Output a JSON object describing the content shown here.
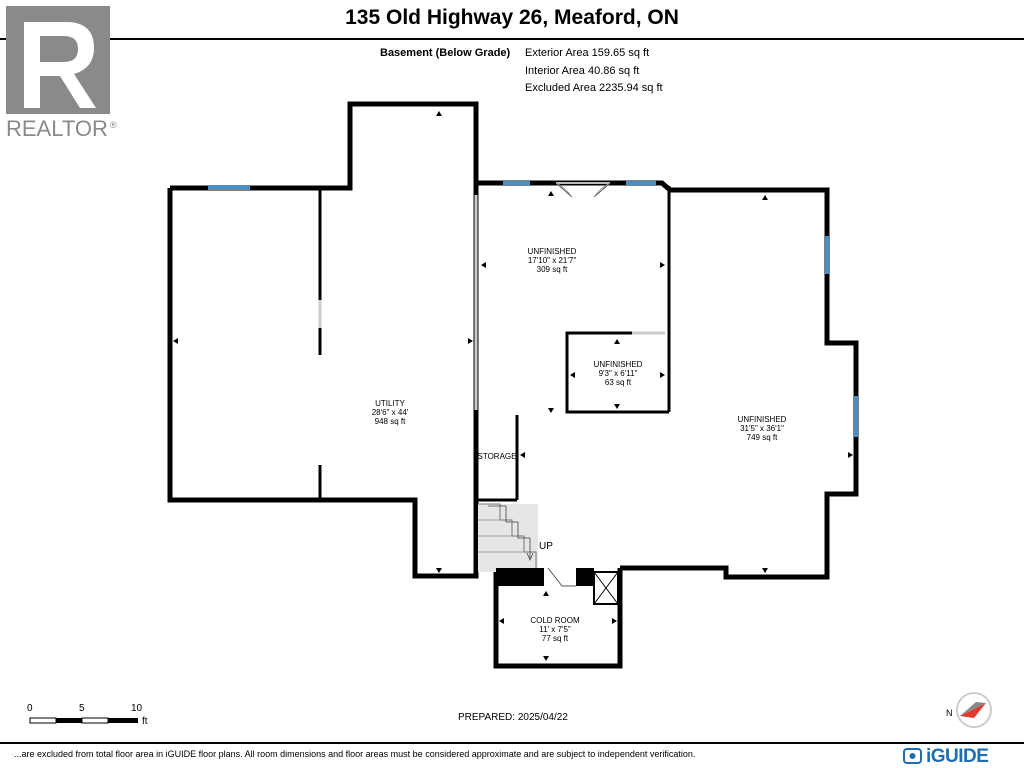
{
  "title": "135 Old Highway 26, Meaford, ON",
  "floor_label": "Basement (Below Grade)",
  "areas": {
    "exterior": "Exterior Area 159.65 sq ft",
    "interior": "Interior Area 40.86 sq ft",
    "excluded": "Excluded Area 2235.94 sq ft"
  },
  "logo_text": "REALTOR",
  "rooms": [
    {
      "name": "UTILITY",
      "dims": "28'6\" x 44'",
      "area": "948 sq ft"
    },
    {
      "name": "UNFINISHED",
      "dims": "17'10\" x 21'7\"",
      "area": "309 sq ft"
    },
    {
      "name": "UNFINISHED",
      "dims": "9'3\" x 6'11\"",
      "area": "63 sq ft"
    },
    {
      "name": "UNFINISHED",
      "dims": "31'5\" x 36'1\"",
      "area": "749 sq ft"
    },
    {
      "name": "STORAGE",
      "dims": "",
      "area": ""
    },
    {
      "name": "COLD ROOM",
      "dims": "11' x 7'5\"",
      "area": "77 sq ft"
    }
  ],
  "stair_label": "UP",
  "scale": {
    "labels": [
      "0",
      "5",
      "10"
    ],
    "unit": "ft"
  },
  "prepared": "PREPARED: 2025/04/22",
  "compass_label": "N",
  "footer_note": "...are excluded from total floor area in iGUIDE floor plans. All room dimensions and floor areas must be considered approximate and are subject to independent verification.",
  "brand": "iGUIDE",
  "colors": {
    "wall": "#000000",
    "window": "#4a8fc4",
    "brand": "#1f6fb0",
    "logo": "#8a8a8a"
  }
}
